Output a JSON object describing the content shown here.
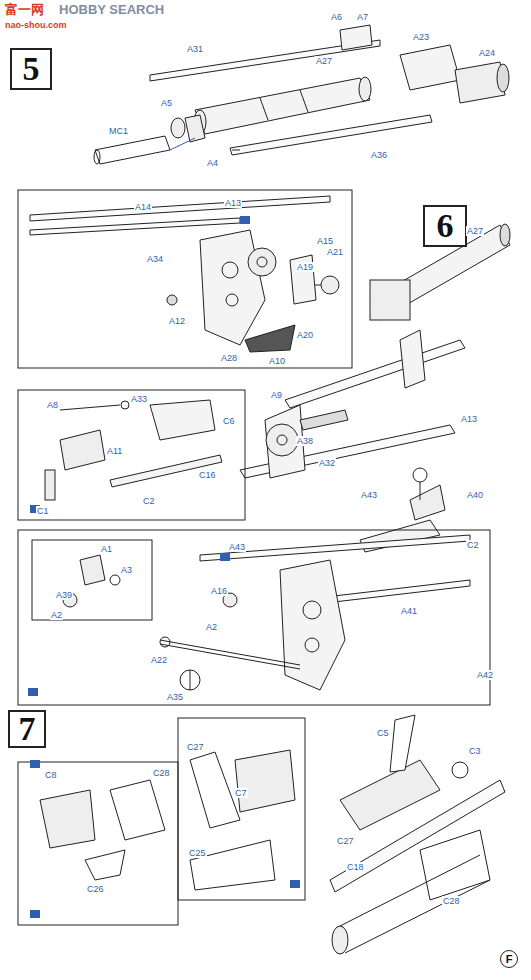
{
  "diagram": {
    "nodes": [
      {
        "text": [
          "5"
        ]
      },
      {
        "text": [
          "6"
        ]
      },
      {
        "text": [
          "7"
        ]
      },
      {
        "text": [
          "F"
        ]
      }
    ],
    "labels": [
      "富一网",
      "HOBBY SEARCH",
      "nao-shou.com",
      "A31",
      "A6",
      "A7",
      "A23",
      "A27",
      "A24",
      "A5",
      "MC1",
      "A4",
      "A36",
      "A14",
      "A13",
      "A15",
      "A34",
      "A21",
      "A19",
      "A12",
      "A28",
      "A20",
      "A10",
      "A27",
      "A9",
      "A38",
      "A13",
      "A32",
      "A43",
      "A40",
      "C2",
      "A8",
      "A33",
      "C6",
      "A11",
      "C16",
      "C2",
      "C1",
      "A43",
      "A16",
      "A1",
      "A3",
      "A39",
      "A2",
      "A2",
      "A41",
      "A22",
      "A35",
      "A42",
      "C5",
      "C3",
      "C8",
      "C28",
      "C27",
      "C7",
      "C25",
      "C27",
      "C18",
      "C28",
      "C26"
    ]
  }
}
